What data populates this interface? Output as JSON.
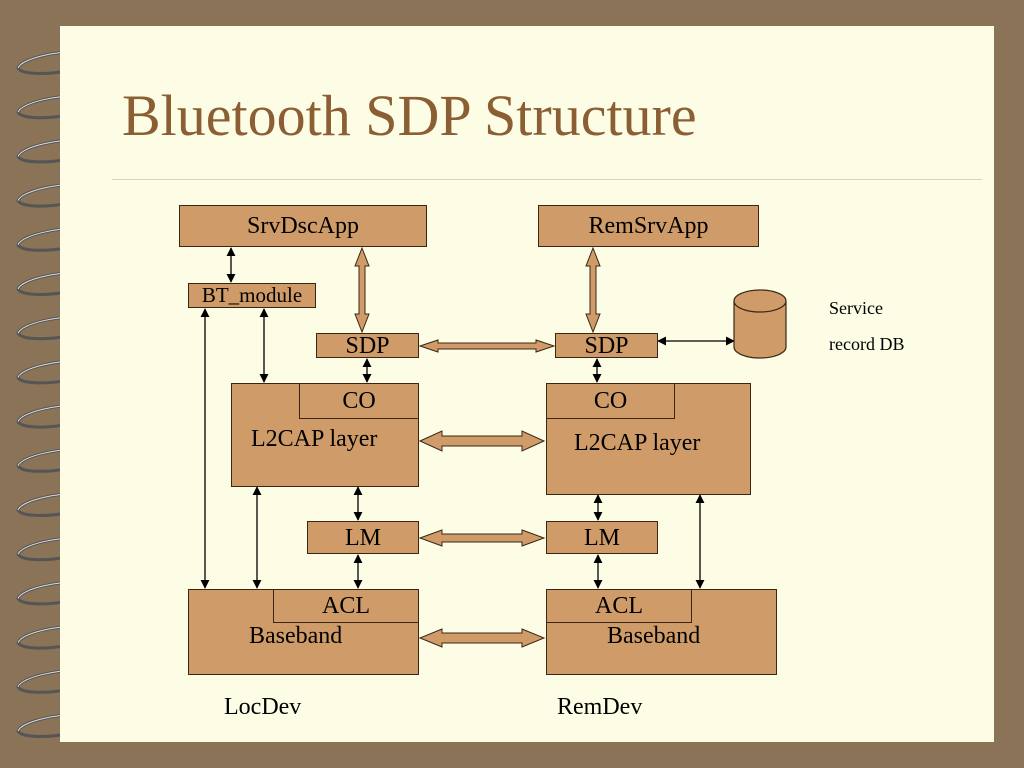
{
  "title": "Bluetooth SDP Structure",
  "local": {
    "app": "SrvDscApp",
    "bt_module": "BT_module",
    "sdp": "SDP",
    "co": "CO",
    "l2cap": "L2CAP layer",
    "lm": "LM",
    "acl": "ACL",
    "baseband": "Baseband",
    "device_label": "LocDev"
  },
  "remote": {
    "app": "RemSrvApp",
    "sdp": "SDP",
    "co": "CO",
    "l2cap": "L2CAP layer",
    "lm": "LM",
    "acl": "ACL",
    "baseband": "Baseband",
    "device_label": "RemDev"
  },
  "database": {
    "label_line1": "Service",
    "label_line2": "record DB"
  },
  "colors": {
    "background": "#8b7358",
    "page": "#fdfde6",
    "title": "#8b5e34",
    "box_fill": "#cf9b68",
    "box_border": "#3b2616"
  }
}
